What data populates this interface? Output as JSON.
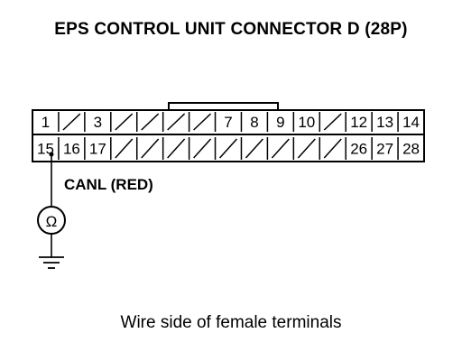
{
  "title": "EPS CONTROL UNIT CONNECTOR D (28P)",
  "caption": "Wire side of female terminals",
  "wire_label": "CANL (RED)",
  "meter_symbol": "Ω",
  "connector": {
    "top_row": [
      "1",
      "",
      "3",
      "",
      "",
      "",
      "",
      "7",
      "8",
      "9",
      "10",
      "",
      "12",
      "13",
      "14"
    ],
    "bottom_row": [
      "15",
      "16",
      "17",
      "",
      "",
      "",
      "",
      "",
      "",
      "",
      "",
      "",
      "26",
      "27",
      "28"
    ]
  }
}
